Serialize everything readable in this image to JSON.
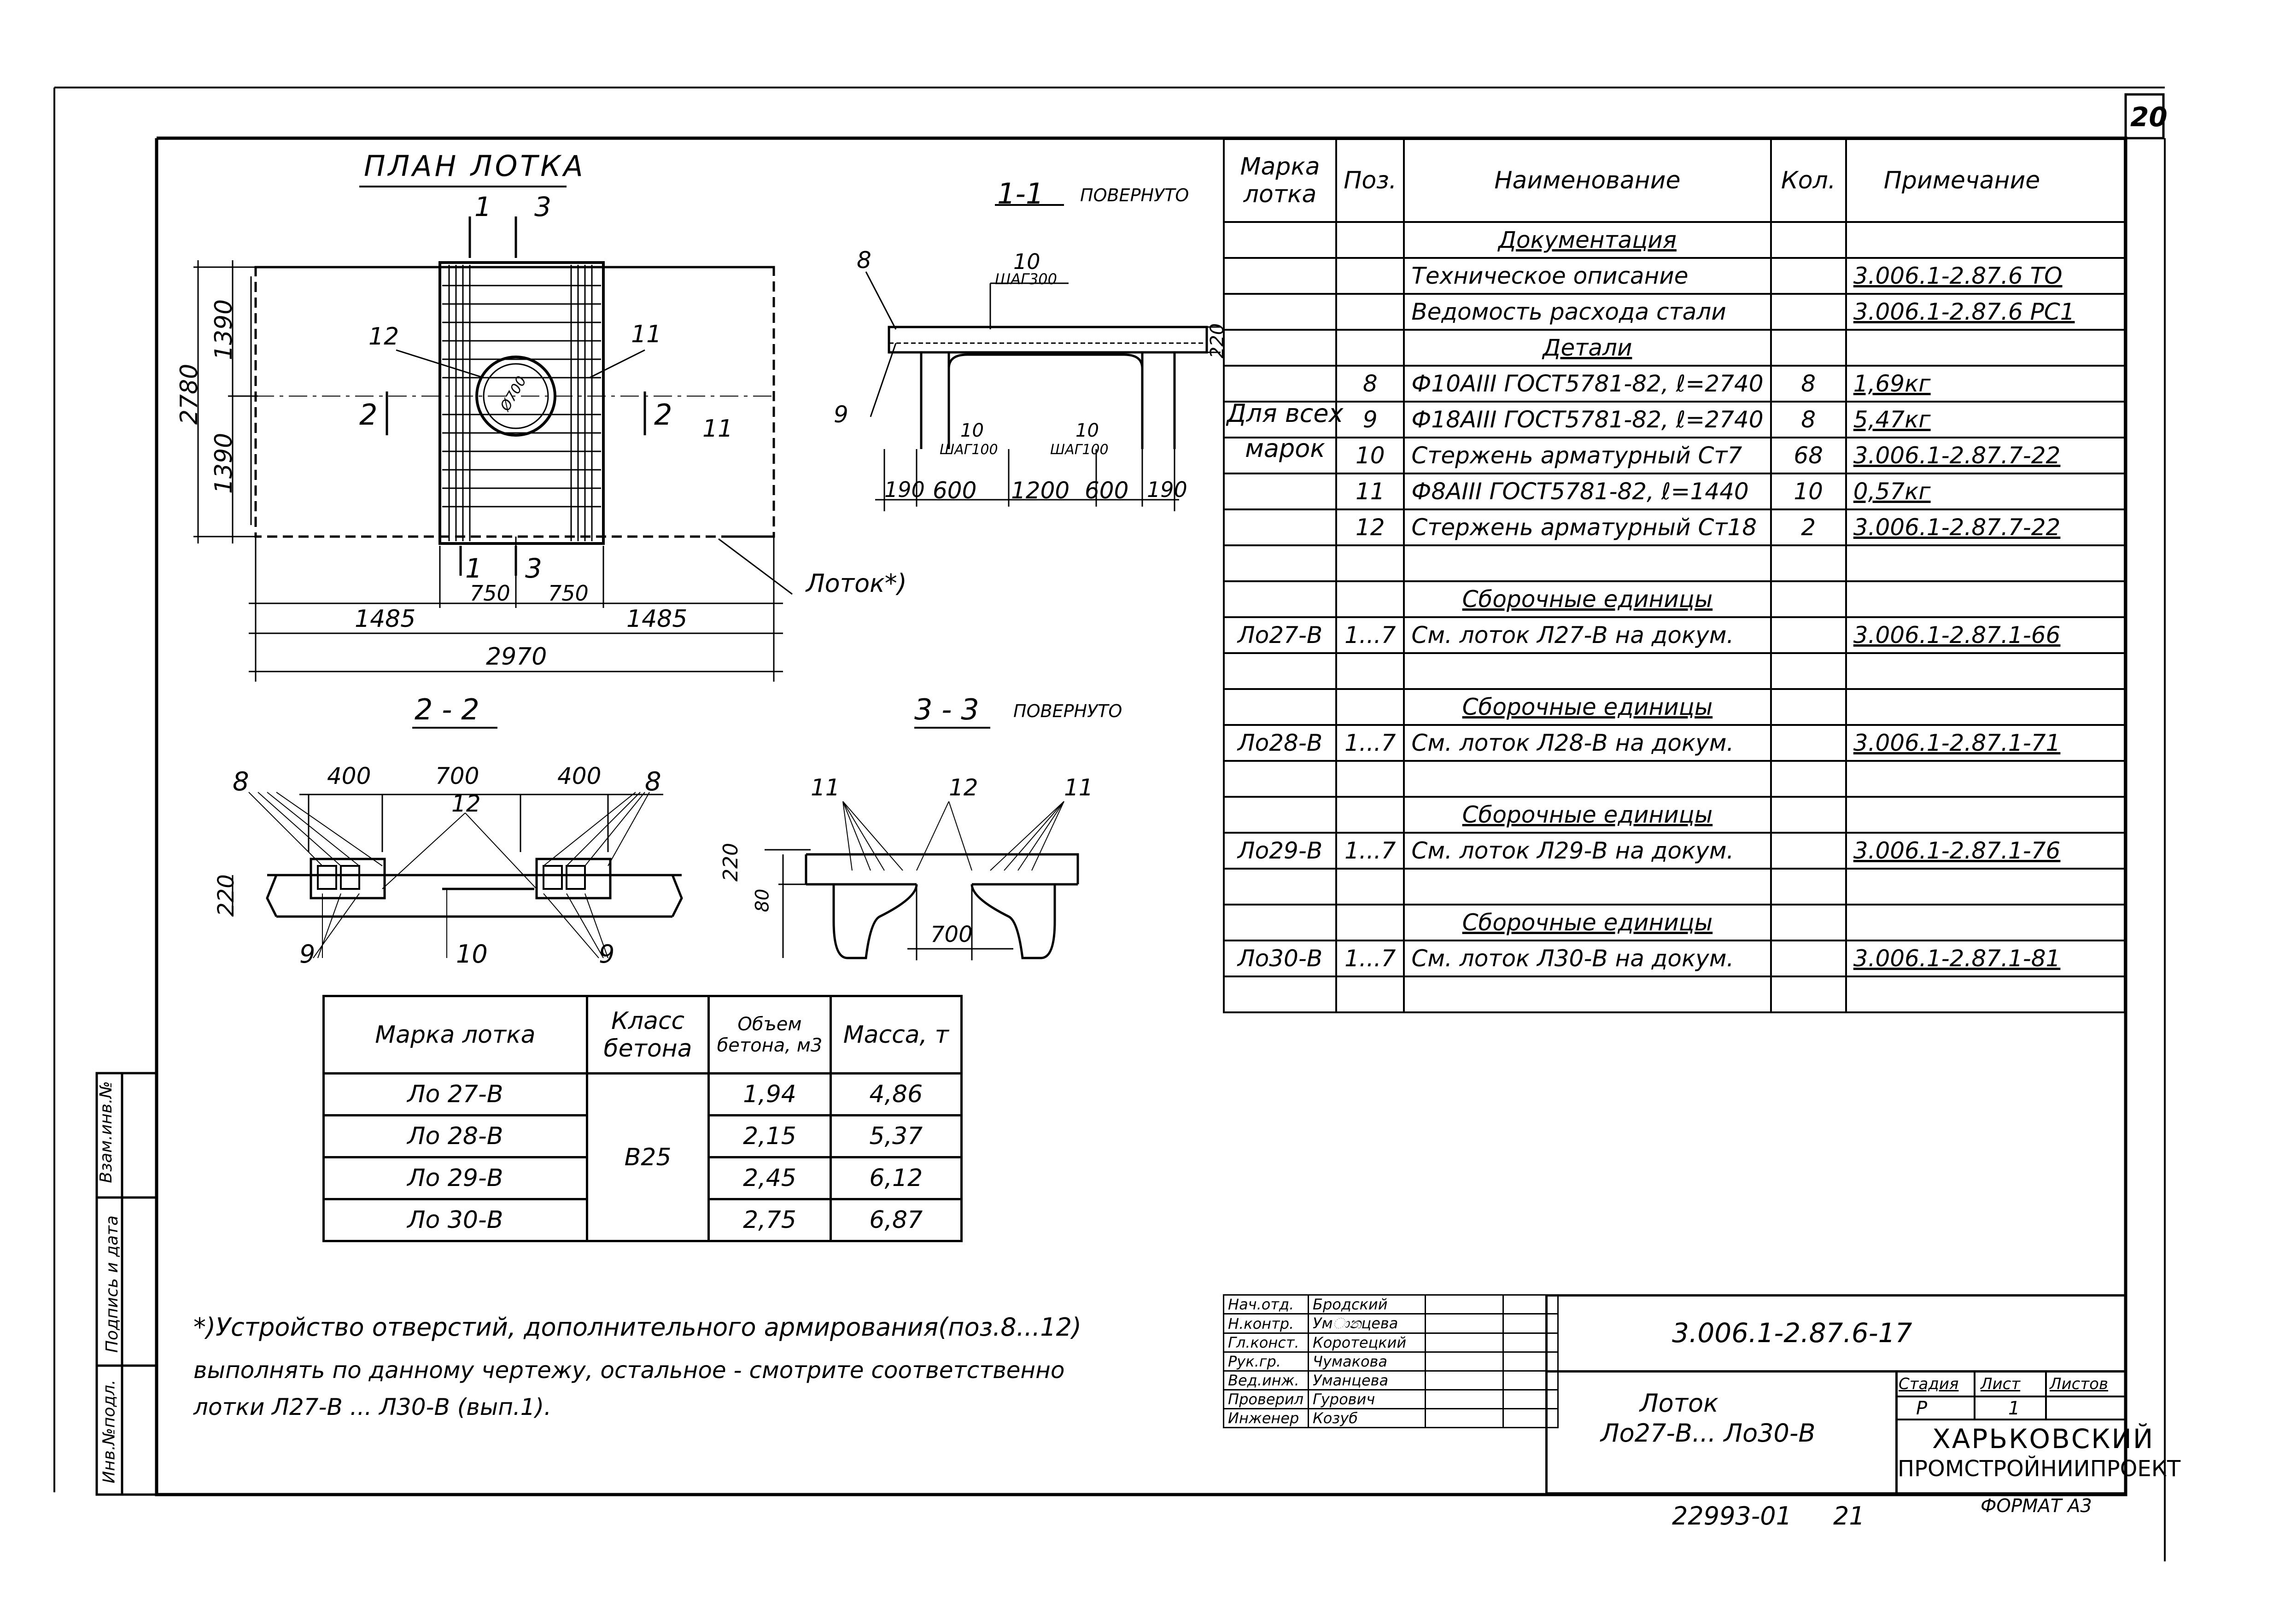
{
  "sheet": {
    "number": "20",
    "bottom_code": "22993-01",
    "bottom_num": "21",
    "format": "ФОРМАТ А3"
  },
  "plan": {
    "title": "ПЛАН ЛОТКА",
    "dims": {
      "d2780": "2780",
      "d1390a": "1390",
      "d1390b": "1390",
      "d1485a": "1485",
      "d1485b": "1485",
      "d750a": "750",
      "d750b": "750",
      "d2970": "2970",
      "dia": "Ø700"
    },
    "labels": {
      "s1": "1",
      "s3": "3",
      "s1b": "1",
      "s3b": "3",
      "s2a": "2",
      "s2b": "2",
      "p12": "12",
      "p11a": "11",
      "p11b": "11",
      "lotok": "Лоток*)"
    }
  },
  "sec11": {
    "title": "1-1",
    "note": "ПОВЕРНУТО",
    "labels": {
      "p8": "8",
      "p9": "9",
      "p10": "10",
      "step300": "ШАГ300",
      "p10b": "10",
      "step100a": "ШАГ100",
      "p10c": "10",
      "step100b": "ШАГ100",
      "d220": "220"
    },
    "dims": [
      "190",
      "600",
      "1200",
      "600",
      "190"
    ]
  },
  "sec22": {
    "title": "2 - 2",
    "dims": {
      "d400a": "400",
      "d700": "700",
      "d400b": "400",
      "d220": "220"
    },
    "labels": {
      "p8a": "8",
      "p8b": "8",
      "p12": "12",
      "p9a": "9",
      "p10": "10",
      "p9b": "9"
    }
  },
  "sec33": {
    "title": "3 - 3",
    "note": "ПОВЕРНУТО",
    "dims": {
      "d220": "220",
      "d80": "80",
      "d700": "700"
    },
    "labels": {
      "p11a": "11",
      "p12": "12",
      "p11b": "11"
    }
  },
  "spec": {
    "headers": {
      "mark": "Марка лотка",
      "pos": "Поз.",
      "name": "Наименование",
      "qty": "Кол.",
      "note": "Примечание"
    },
    "group_all": "Для всех марок",
    "rows": [
      {
        "mark": "",
        "pos": "",
        "name": "Документация",
        "qty": "",
        "note": "",
        "ul": true
      },
      {
        "mark": "",
        "pos": "",
        "name": "Техническое описание",
        "qty": "",
        "note": "3.006.1-2.87.6 ТО"
      },
      {
        "mark": "",
        "pos": "",
        "name": "Ведомость расхода стали",
        "qty": "",
        "note": "3.006.1-2.87.6 РС1"
      },
      {
        "mark": "",
        "pos": "",
        "name": "Детали",
        "qty": "",
        "note": "",
        "ul": true
      },
      {
        "mark": "",
        "pos": "8",
        "name": "Ф10АIII ГОСТ5781-82, ℓ=2740",
        "qty": "8",
        "note": "1,69кг"
      },
      {
        "mark": "",
        "pos": "9",
        "name": "Ф18АIII ГОСТ5781-82, ℓ=2740",
        "qty": "8",
        "note": "5,47кг"
      },
      {
        "mark": "",
        "pos": "10",
        "name": "Стержень арматурный Ст7",
        "qty": "68",
        "note": "3.006.1-2.87.7-22"
      },
      {
        "mark": "",
        "pos": "11",
        "name": "Ф8АIII ГОСТ5781-82, ℓ=1440",
        "qty": "10",
        "note": "0,57кг"
      },
      {
        "mark": "",
        "pos": "12",
        "name": "Стержень арматурный Ст18",
        "qty": "2",
        "note": "3.006.1-2.87.7-22"
      },
      {
        "mark": "",
        "pos": "",
        "name": "",
        "qty": "",
        "note": ""
      },
      {
        "mark": "",
        "pos": "",
        "name": "Сборочные единицы",
        "qty": "",
        "note": "",
        "ul": true
      },
      {
        "mark": "Ло27-В",
        "pos": "1...7",
        "name": "См. лоток Л27-В на докум.",
        "qty": "",
        "note": "3.006.1-2.87.1-66"
      },
      {
        "mark": "",
        "pos": "",
        "name": "",
        "qty": "",
        "note": ""
      },
      {
        "mark": "",
        "pos": "",
        "name": "Сборочные единицы",
        "qty": "",
        "note": "",
        "ul": true
      },
      {
        "mark": "Ло28-В",
        "pos": "1...7",
        "name": "См. лоток Л28-В на докум.",
        "qty": "",
        "note": "3.006.1-2.87.1-71"
      },
      {
        "mark": "",
        "pos": "",
        "name": "",
        "qty": "",
        "note": ""
      },
      {
        "mark": "",
        "pos": "",
        "name": "Сборочные единицы",
        "qty": "",
        "note": "",
        "ul": true
      },
      {
        "mark": "Ло29-В",
        "pos": "1...7",
        "name": "См. лоток Л29-В на докум.",
        "qty": "",
        "note": "3.006.1-2.87.1-76"
      },
      {
        "mark": "",
        "pos": "",
        "name": "",
        "qty": "",
        "note": ""
      },
      {
        "mark": "",
        "pos": "",
        "name": "Сборочные единицы",
        "qty": "",
        "note": "",
        "ul": true
      },
      {
        "mark": "Ло30-В",
        "pos": "1...7",
        "name": "См. лоток Л30-В на докум.",
        "qty": "",
        "note": "3.006.1-2.87.1-81"
      },
      {
        "mark": "",
        "pos": "",
        "name": "",
        "qty": "",
        "note": ""
      }
    ]
  },
  "volume": {
    "headers": {
      "mark": "Марка лотка",
      "cls": "Класс бетона",
      "vol": "Объем бетона, м3",
      "mass": "Масса, т"
    },
    "cls": "В25",
    "rows": [
      {
        "mark": "Ло 27-В",
        "vol": "1,94",
        "mass": "4,86"
      },
      {
        "mark": "Ло 28-В",
        "vol": "2,15",
        "mass": "5,37"
      },
      {
        "mark": "Ло 29-В",
        "vol": "2,45",
        "mass": "6,12"
      },
      {
        "mark": "Ло 30-В",
        "vol": "2,75",
        "mass": "6,87"
      }
    ]
  },
  "footnote": {
    "l1": "*)Устройство отверстий, дополнительного армирования(поз.8...12)",
    "l2": "выполнять по данному чертежу, остальное - смотрите соответственно",
    "l3": "лотки Л27-В ... Л30-В (вып.1)."
  },
  "stamp": {
    "people": [
      {
        "role": "Нач.отд.",
        "name": "Бродский"
      },
      {
        "role": "Н.контр.",
        "name": "Умානцева"
      },
      {
        "role": "Гл.конст.",
        "name": "Коротецкий"
      },
      {
        "role": "Рук.гр.",
        "name": "Чумакова"
      },
      {
        "role": "Вед.инж.",
        "name": "Уманцева"
      },
      {
        "role": "Проверил",
        "name": "Гурович"
      },
      {
        "role": "Инженер",
        "name": "Козуб"
      }
    ],
    "code": "3.006.1-2.87.6-17",
    "title1": "Лоток",
    "title2": "Ло27-В... Ло30-В",
    "stage_h": "Стадия",
    "sheet_h": "Лист",
    "sheets_h": "Листов",
    "stage": "Р",
    "sheet": "1",
    "org1": "ХАРЬКОВСКИЙ",
    "org2": "ПРОМСТРОЙНИИПРОЕКТ"
  },
  "side": {
    "a": "Взам.инв.№",
    "b": "Подпись и дата",
    "c": "Инв.№подл."
  }
}
